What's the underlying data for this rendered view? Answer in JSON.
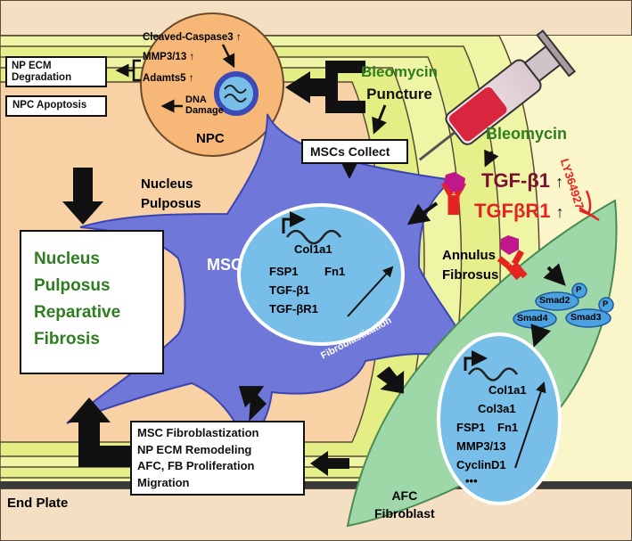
{
  "colors": {
    "end_plate": "#f5dfc3",
    "nucleus_pulposus": "#f8d2a4",
    "annulus_rings": "#e9f28c",
    "msc": "#6f77d9",
    "cell_inner": "#77bfe8",
    "afc": "#9fd8a8",
    "green_text": "#2e7d1e",
    "red_text": "#e52421",
    "maroon_text": "#7a1030"
  },
  "npc": {
    "markers": {
      "caspase": "Cleaved-Caspase3",
      "mmp": "MMP3/13",
      "adamts": "Adamts5",
      "dna_line1": "DNA",
      "dna_line2": "Damage"
    },
    "up_arrow": "↑",
    "label": "NPC",
    "box_degradation_line1": "NP ECM",
    "box_degradation_line2": "Degradation",
    "box_apoptosis": "NPC Apoptosis"
  },
  "bleomycin_puncture": {
    "line1": "Bleomycin",
    "line2": "Puncture"
  },
  "msc_collect": "MSCs Collect",
  "bleomycin2": "Bleomycin",
  "tgf": {
    "ligand": "TGF-β1",
    "receptor": "TGFβR1",
    "up": "↑"
  },
  "inhibitor": "LY364927",
  "regions": {
    "np_line1": "Nucleus",
    "np_line2": "Pulposus",
    "af_line1": "Annulus",
    "af_line2": "Fibrosus",
    "end_plate": "End Plate"
  },
  "repair_box": {
    "line1": "Nucleus",
    "line2": "Pulposus",
    "line3": "Reparative",
    "line4": "Fibrosis"
  },
  "msc": {
    "label": "MSC",
    "genes": {
      "col1a1": "Col1a1",
      "fsp1": "FSP1",
      "fn1": "Fn1",
      "tgfb1": "TGF-β1",
      "tgfbr1": "TGF-βR1"
    },
    "fibro_label": "Fibroblastization"
  },
  "smad": {
    "smad2": "Smad2",
    "smad3": "Smad3",
    "smad4": "Smad4",
    "p": "P"
  },
  "afc": {
    "genes": {
      "col1a1": "Col1a1",
      "col3a1": "Col3a1",
      "fsp1": "FSP1",
      "fn1": "Fn1",
      "mmp": "MMP3/13",
      "cyclin": "CyclinD1",
      "more": "•••"
    },
    "label_line1": "AFC",
    "label_line2": "Fibroblast"
  },
  "outcome_box": {
    "line1": "MSC Fibroblastization",
    "line2": "NP ECM Remodeling",
    "line3": "AFC, FB Proliferation",
    "line4": "Migration"
  }
}
